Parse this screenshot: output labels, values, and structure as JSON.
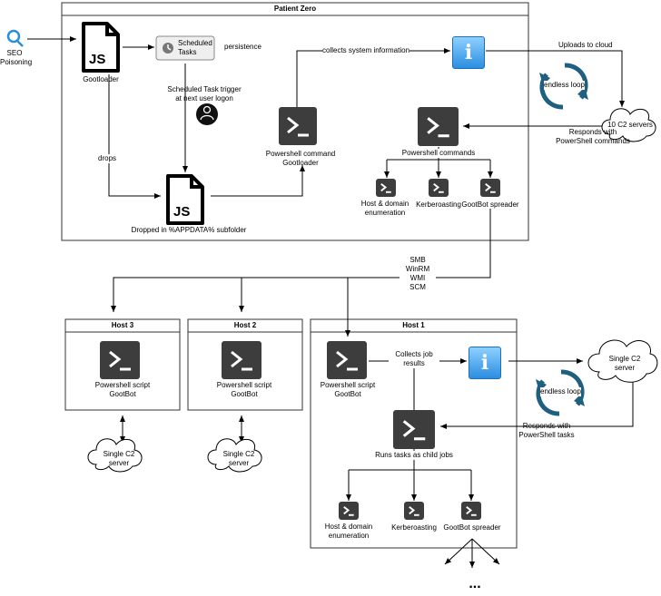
{
  "groups": {
    "patient_zero": "Patient Zero",
    "host1": "Host 1",
    "host2": "Host 2",
    "host3": "Host 3"
  },
  "nodes": {
    "seo": "SEO\nPoisoning",
    "gootloader": "Gootloader",
    "js_glyph": "JS",
    "scheduled_tasks": "Scheduled\nTasks",
    "persistence": "persistence",
    "task_trigger": "Scheduled Task trigger\nat next user logon",
    "drops": "drops",
    "dropped": "Dropped in %APPDATA% subfolder",
    "ps_gootloader": "Powershell command\nGootloader",
    "collects_info": "collects system information",
    "uploads": "Uploads to cloud",
    "endless_loop_top": "endless loop",
    "c2_servers": "10 C2 servers",
    "responds_cmds": "Responds with\nPowerShell commands",
    "ps_commands": "Powershell commands",
    "host_domain_top": "Host & domain\nenumeration",
    "kerberoasting_top": "Kerberoasting",
    "gootbot_spreader_top": "GootBot spreader",
    "protocols": "SMB\nWinRM\nWMI\nSCM",
    "h3_script": "Powershell script\nGootBot",
    "h2_script": "Powershell script\nGootBot",
    "h1_script": "Powershell script\nGootBot",
    "h3_c2": "Single C2\nserver",
    "h2_c2": "Single C2\nserver",
    "h1_c2": "Single C2\nserver",
    "collects_job": "Collects job\nresults",
    "endless_loop_h1": "endless loop",
    "responds_tasks": "Responds with\nPowerShell tasks",
    "runs_tasks": "Runs tasks as child jobs",
    "host_domain_h1": "Host & domain\nenumeration",
    "kerberoasting_h1": "Kerberoasting",
    "gootbot_spreader_h1": "GootBot spreader",
    "ellipsis": "..."
  },
  "colors": {
    "powershell": "#3d3d3d",
    "info": "#2a8ee0",
    "loop": "#1f5f7f",
    "search": "#2b8fd6"
  },
  "icons": [
    "search-icon",
    "js-file-icon",
    "scheduled-tasks-icon",
    "user-icon",
    "powershell-icon",
    "info-icon",
    "endless-loop-icon",
    "cloud-icon"
  ]
}
